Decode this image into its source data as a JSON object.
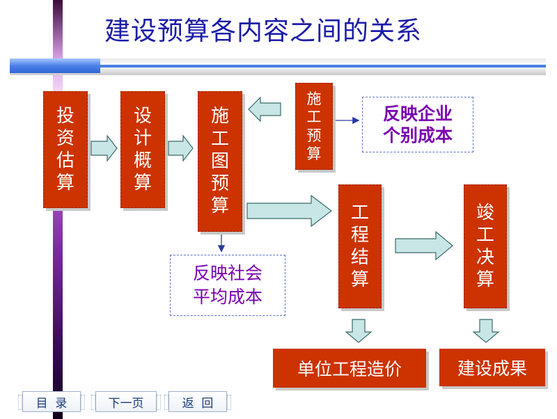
{
  "title": "建设预算各内容之间的关系",
  "boxes": {
    "investment_estimate": [
      "投",
      "资",
      "估",
      "算"
    ],
    "design_estimate": [
      "设",
      "计",
      "概",
      "算"
    ],
    "construction_drawing_budget": [
      "施",
      "工",
      "图",
      "预",
      "算"
    ],
    "construction_budget": [
      "施",
      "工",
      "预",
      "算"
    ],
    "project_settlement": [
      "工",
      "程",
      "结",
      "算"
    ],
    "completion_final_account": [
      "竣",
      "工",
      "决",
      "算"
    ]
  },
  "notes": {
    "individual_cost": [
      "反映企业",
      "个别成本"
    ],
    "social_average_cost": [
      "反映社会",
      "平均成本"
    ]
  },
  "results": {
    "unit_project_cost": "单位工程造价",
    "construction_achievement": "建设成果"
  },
  "nav": {
    "contents": "目  录",
    "next_page": "下一页",
    "back": "返  回"
  },
  "colors": {
    "box_fill": "#cc3300",
    "title_text": "#1c1ca8",
    "note_text": "#7a00b0",
    "arrow_fill": "#c8e6e6",
    "arrow_stroke": "#3a6a6a"
  }
}
